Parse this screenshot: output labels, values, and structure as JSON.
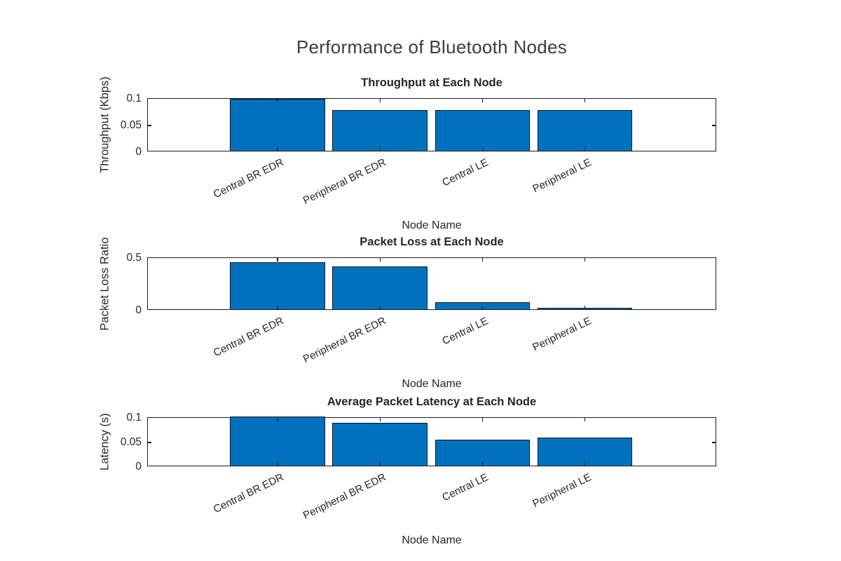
{
  "figure": {
    "title": "Performance of Bluetooth Nodes"
  },
  "colors": {
    "bar_fill": "#0072BD",
    "bar_edge": "#101418",
    "axis_line": "#1c1c1c",
    "text": "#262626",
    "figure_title_text": "#3d3d3d",
    "background": "#ffffff"
  },
  "chart_data": [
    {
      "type": "bar",
      "title": "Throughput at Each Node",
      "xlabel": "Node Name",
      "ylabel": "Throughput (Kbps)",
      "categories": [
        "Central BR EDR",
        "Peripheral BR EDR",
        "Central LE",
        "Peripheral LE"
      ],
      "values": [
        0.097,
        0.076,
        0.076,
        0.076
      ],
      "ylim": [
        0,
        0.1
      ],
      "yticks": [
        {
          "v": 0,
          "label": "0"
        },
        {
          "v": 0.05,
          "label": "0.05"
        },
        {
          "v": 0.1,
          "label": "0.1"
        }
      ],
      "grid": false,
      "legend": null
    },
    {
      "type": "bar",
      "title": "Packet Loss at Each Node",
      "xlabel": "Node Name",
      "ylabel": "Packet Loss Ratio",
      "categories": [
        "Central BR EDR",
        "Peripheral BR EDR",
        "Central LE",
        "Peripheral LE"
      ],
      "values": [
        0.45,
        0.41,
        0.07,
        0.015
      ],
      "ylim": [
        0,
        0.5
      ],
      "yticks": [
        {
          "v": 0,
          "label": "0"
        },
        {
          "v": 0.5,
          "label": "0.5"
        }
      ],
      "grid": false,
      "legend": null
    },
    {
      "type": "bar",
      "title": "Average Packet Latency at Each Node",
      "xlabel": "Node Name",
      "ylabel": "Latency (s)",
      "categories": [
        "Central BR EDR",
        "Peripheral BR EDR",
        "Central LE",
        "Peripheral LE"
      ],
      "values": [
        0.1,
        0.087,
        0.053,
        0.057
      ],
      "ylim": [
        0,
        0.1
      ],
      "yticks": [
        {
          "v": 0,
          "label": "0"
        },
        {
          "v": 0.05,
          "label": "0.05"
        },
        {
          "v": 0.1,
          "label": "0.1"
        }
      ],
      "grid": false,
      "legend": null
    }
  ]
}
